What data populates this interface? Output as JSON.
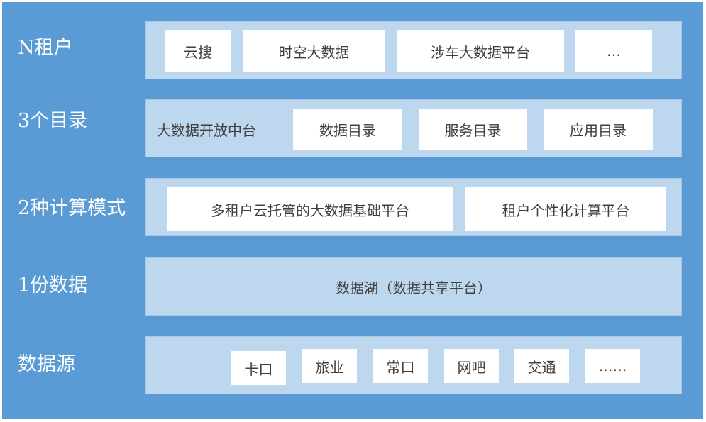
{
  "rows": [
    {
      "label": "N租户",
      "items": [
        "云搜",
        "时空大数据",
        "涉车大数据平台",
        "…"
      ]
    },
    {
      "label": "3个目录",
      "panel_text": "大数据开放中台",
      "items": [
        "数据目录",
        "服务目录",
        "应用目录"
      ]
    },
    {
      "label": "2种计算模式",
      "items": [
        "多租户云托管的大数据基础平台",
        "租户个性化计算平台"
      ]
    },
    {
      "label": "1份数据",
      "panel_text": "数据湖（数据共享平台）"
    },
    {
      "label": "数据源",
      "items": [
        "卡口",
        "旅业",
        "常口",
        "网吧",
        "交通",
        "……"
      ]
    }
  ],
  "colors": {
    "background": "#5b9bd5",
    "panel": "#bdd7ee",
    "box": "#ffffff",
    "text": "#404040"
  }
}
